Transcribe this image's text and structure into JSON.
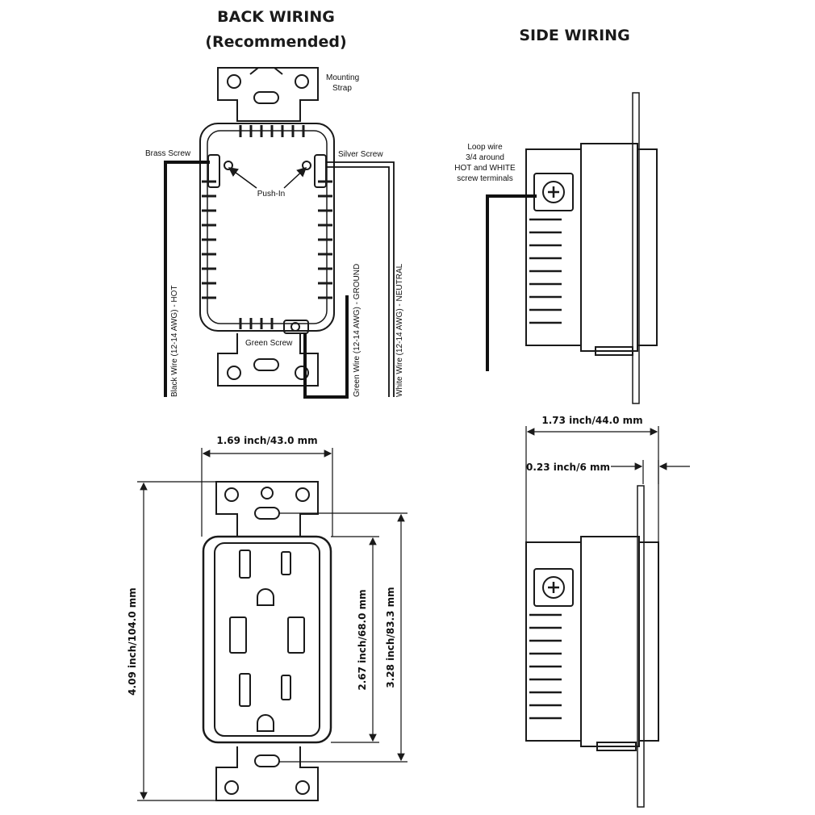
{
  "titles": {
    "back_wiring": "BACK WIRING",
    "recommended": "(Recommended)",
    "side_wiring": "SIDE WIRING"
  },
  "back_labels": {
    "mounting_strap_1": "Mounting",
    "mounting_strap_2": "Strap",
    "brass_screw": "Brass Screw",
    "silver_screw": "Silver Screw",
    "push_in": "Push-In",
    "green_screw": "Green Screw",
    "black_wire": "Black Wire (12-14 AWG) - HOT",
    "green_wire": "Green Wire (12-14 AWG) - GROUND",
    "white_wire": "White Wire (12-14 AWG) - NEUTRAL"
  },
  "side_labels": {
    "loop_1": "Loop wire",
    "loop_2": "3/4 around",
    "loop_3": "HOT and WHITE",
    "loop_4": "screw terminals"
  },
  "dimensions": {
    "width_front": "1.69 inch/43.0 mm",
    "height_total": "4.09 inch/104.0 mm",
    "height_face": "2.67 inch/68.0 mm",
    "height_mount": "3.28 inch/83.3 mm",
    "depth_side": "1.73 inch/44.0 mm",
    "strap_offset": "0.23 inch/6 mm"
  }
}
